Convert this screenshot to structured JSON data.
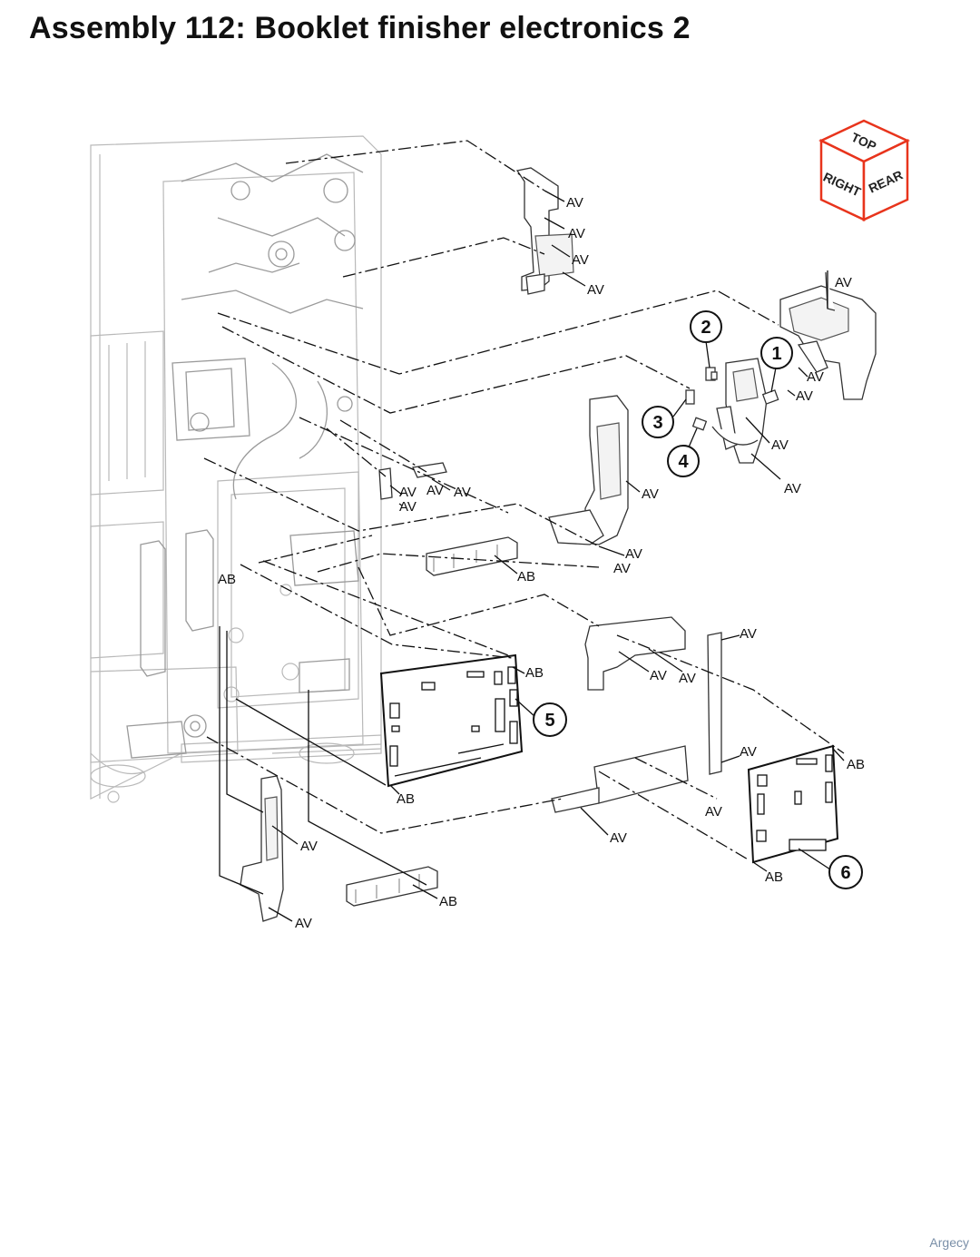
{
  "title": "Assembly 112: Booklet finisher electronics 2",
  "orientation_cube": {
    "top": "TOP",
    "right": "RIGHT",
    "rear": "REAR",
    "accent_color": "#e8341c"
  },
  "callouts": [
    "1",
    "2",
    "3",
    "4",
    "5",
    "6"
  ],
  "labels": {
    "av": "AV",
    "ab": "AB"
  },
  "watermark": "Argecy"
}
